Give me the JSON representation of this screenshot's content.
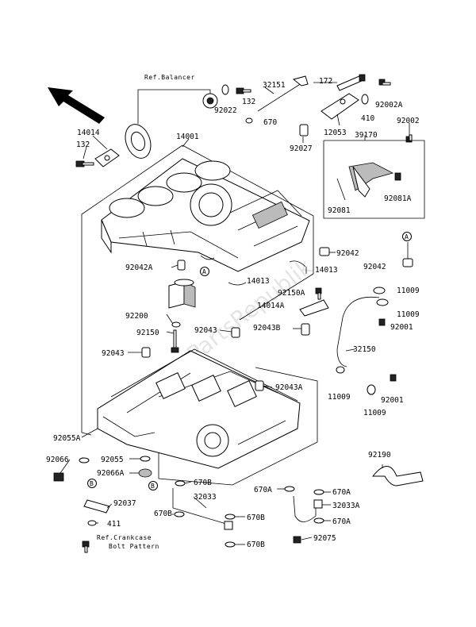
{
  "diagram": {
    "refs": {
      "balancer": "Ref.Balancer",
      "crankcase_1": "Ref.Crankcase",
      "crankcase_2": "Bolt Pattern"
    },
    "circle_marks": {
      "a": "A",
      "b": "B"
    },
    "watermark": "PartsRepublik",
    "parts": {
      "p14001": "14001",
      "p14014": "14014",
      "p132_left": "132",
      "p132_top": "132",
      "p92022": "92022",
      "p32151": "32151",
      "p670": "670",
      "p172": "172",
      "p92002A": "92002A",
      "p410": "410",
      "p12053": "12053",
      "p92002": "92002",
      "p92027": "92027",
      "p39170": "39170",
      "p92081": "92081",
      "p92081A": "92081A",
      "p92042A": "92042A",
      "p92042_a": "92042",
      "p92042_b": "92042",
      "p14013_a": "14013",
      "p14013_b": "14013",
      "p92150A": "92150A",
      "p14014A": "14014A",
      "p11009_a": "11009",
      "p11009_b": "11009",
      "p11009_c": "11009",
      "p11009_d": "11009",
      "p92001_a": "92001",
      "p92001_b": "92001",
      "p92200": "92200",
      "p92150": "92150",
      "p92043_a": "92043",
      "p92043_b": "92043",
      "p92043B": "92043B",
      "p32150": "32150",
      "p92043A": "92043A",
      "p92055A": "92055A",
      "p92066": "92066",
      "p92055": "92055",
      "p92066A": "92066A",
      "p92190": "92190",
      "p92037": "92037",
      "p411": "411",
      "p670B_a": "670B",
      "p670B_b": "670B",
      "p670B_c": "670B",
      "p670B_d": "670B",
      "p32033": "32033",
      "p670A_a": "670A",
      "p670A_b": "670A",
      "p670A_c": "670A",
      "p32033A": "32033A",
      "p92075": "92075"
    }
  }
}
